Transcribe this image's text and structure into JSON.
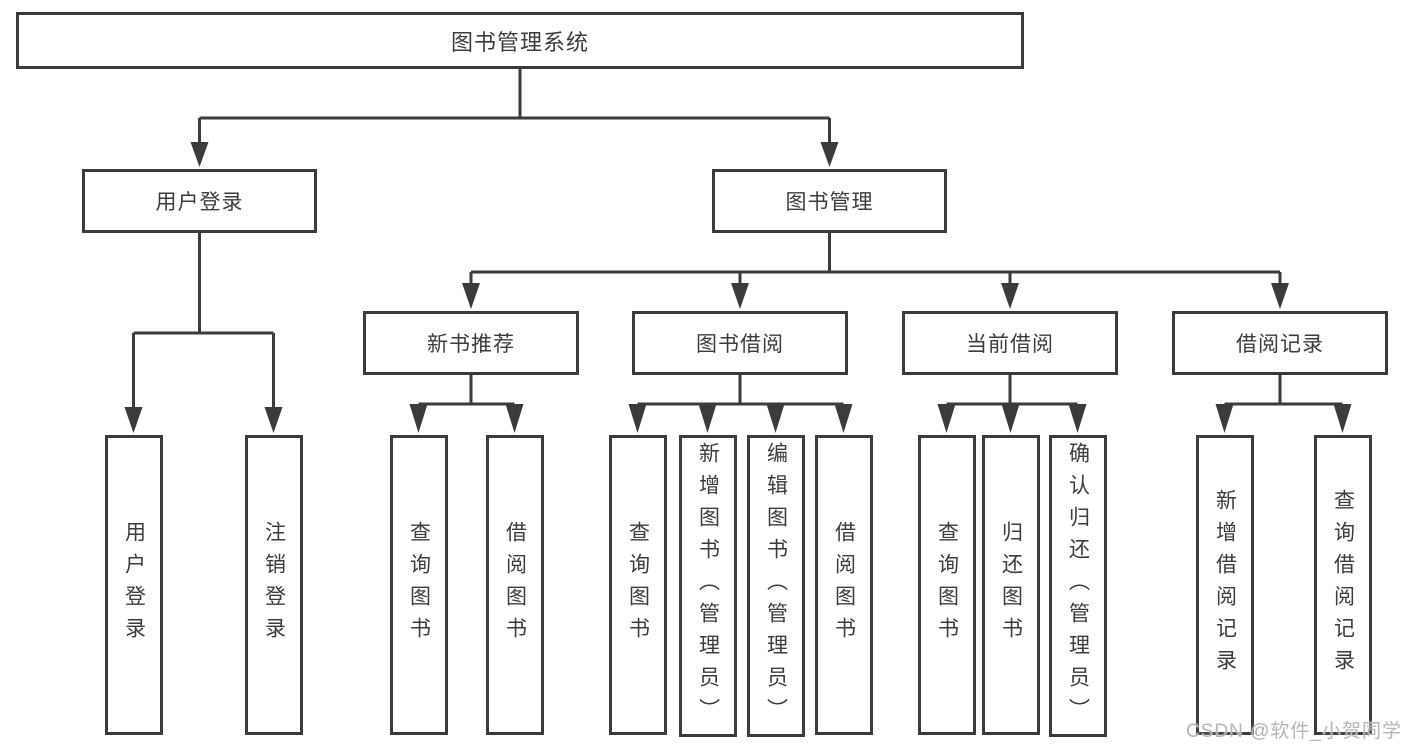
{
  "colors": {
    "line": "#3b3b3b",
    "box_border": "#3b3b3b",
    "text": "#3c3c3c",
    "background": "#ffffff",
    "watermark": "#b5b5b5"
  },
  "watermark": "CSDN @软件_小贺同学",
  "tree": {
    "root": {
      "label": "图书管理系统"
    },
    "branches": [
      {
        "label": "用户登录",
        "children": [
          {
            "label": "用户登录"
          },
          {
            "label": "注销登录"
          }
        ]
      },
      {
        "label": "图书管理",
        "children": [
          {
            "label": "新书推荐",
            "children": [
              {
                "label": "查询图书"
              },
              {
                "label": "借阅图书"
              }
            ]
          },
          {
            "label": "图书借阅",
            "children": [
              {
                "label": "查询图书"
              },
              {
                "label": "新增图书（管理员）"
              },
              {
                "label": "编辑图书（管理员）"
              },
              {
                "label": "借阅图书"
              }
            ]
          },
          {
            "label": "当前借阅",
            "children": [
              {
                "label": "查询图书"
              },
              {
                "label": "归还图书"
              },
              {
                "label": "确认归还（管理员）"
              }
            ]
          },
          {
            "label": "借阅记录",
            "children": [
              {
                "label": "新增借阅记录"
              },
              {
                "label": "查询借阅记录"
              }
            ]
          }
        ]
      }
    ]
  }
}
